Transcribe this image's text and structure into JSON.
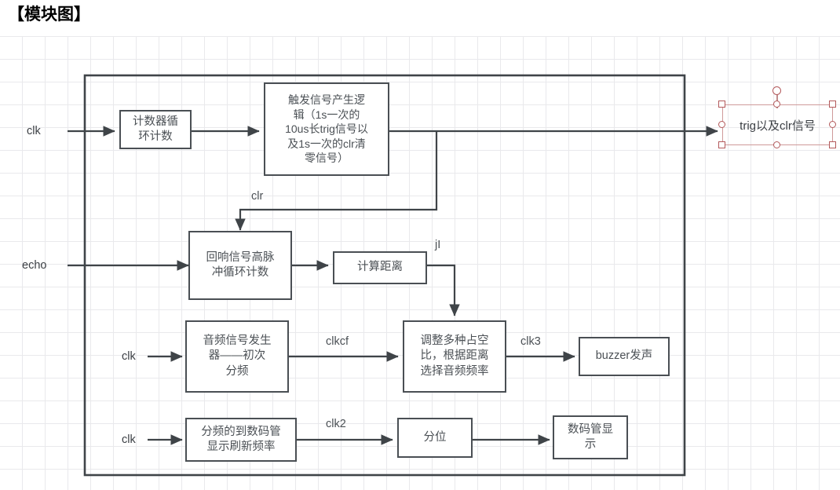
{
  "page": {
    "title": "【模块图】"
  },
  "diagram": {
    "type": "block-diagram",
    "outer_module": {
      "name": "top-level-module-boundary"
    },
    "io_inputs": [
      {
        "name": "clk-top",
        "label": "clk"
      },
      {
        "name": "echo",
        "label": "echo"
      },
      {
        "name": "clk-audio",
        "label": "clk"
      },
      {
        "name": "clk-display",
        "label": "clk"
      }
    ],
    "nodes": [
      {
        "id": "counter",
        "label": "计数器循\n环计数"
      },
      {
        "id": "trig_logic",
        "label": "触发信号产生逻\n辑（1s一次的\n10us长trig信号以\n及1s一次的clr清\n零信号）"
      },
      {
        "id": "echo_counter",
        "label": "回响信号高脉\n冲循环计数"
      },
      {
        "id": "distance",
        "label": "计算距离"
      },
      {
        "id": "audio_gen",
        "label": "音频信号发生\n器——初次\n分频"
      },
      {
        "id": "duty_select",
        "label": "调整多种占空\n比，根据距离\n选择音频频率"
      },
      {
        "id": "buzzer",
        "label": "buzzer发声"
      },
      {
        "id": "disp_div",
        "label": "分频的到数码管\n显示刷新频率"
      },
      {
        "id": "digit_split",
        "label": "分位"
      },
      {
        "id": "seg_display",
        "label": "数码管显\n示"
      }
    ],
    "edge_labels": [
      {
        "id": "clr",
        "label": "clr"
      },
      {
        "id": "jl",
        "label": "jI"
      },
      {
        "id": "clkcf",
        "label": "clkcf"
      },
      {
        "id": "clk3",
        "label": "clk3"
      },
      {
        "id": "clk2",
        "label": "clk2"
      }
    ],
    "selected_object": {
      "name": "trig-clr-output-text",
      "label": "trig以及clr信号",
      "selected": true,
      "handle_color": "#b3595b",
      "outline_color": "#cf9a9a"
    },
    "colors": {
      "box_border": "#4a4f54",
      "box_text": "#4b5055",
      "connector": "#3f4448",
      "grid": "#e9e9ec",
      "canvas": "#ffffff"
    }
  }
}
